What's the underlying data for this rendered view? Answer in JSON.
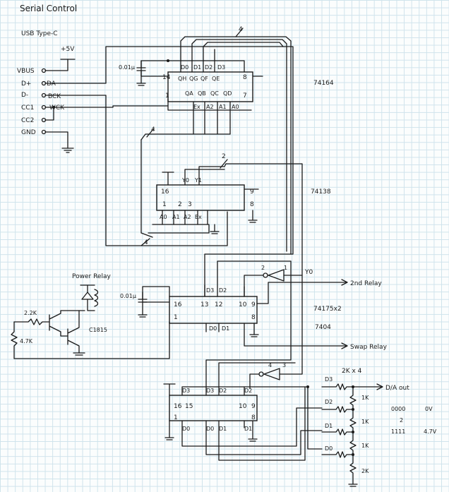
{
  "title": "Serial Control",
  "connector": {
    "name": "USB Type-C",
    "pins": [
      "VBUS",
      "D+",
      "D-",
      "CC1",
      "CC2",
      "GND"
    ],
    "net_labels": [
      "DA",
      "BCK",
      "WCK"
    ]
  },
  "power": {
    "label": "+5V"
  },
  "chips": {
    "u1": {
      "part": "74164",
      "top_pins": [
        "14",
        "QH",
        "QG",
        "QF",
        "QE",
        "8"
      ],
      "bottom_pins": [
        "1",
        "QA",
        "QB",
        "QC",
        "QD",
        "7"
      ],
      "outputs": [
        "D0",
        "D1",
        "D2",
        "D3"
      ],
      "nets": [
        "Ex",
        "A2",
        "A1",
        "A0"
      ]
    },
    "u2": {
      "part": "74138",
      "top_pins": [
        "Y0",
        "Y1",
        "16",
        "9"
      ],
      "bottom_pins": [
        "1",
        "2",
        "3",
        "8"
      ],
      "inputs": [
        "A0",
        "A1",
        "A2",
        "Ex"
      ]
    },
    "u3": {
      "part": "74175x2",
      "pins": [
        "16",
        "1",
        "13",
        "12",
        "10",
        "9",
        "8"
      ],
      "nets": [
        "D3",
        "D2",
        "D0",
        "D1"
      ]
    },
    "u4": {
      "pins": [
        "16",
        "15",
        "10",
        "9",
        "1",
        "8"
      ],
      "nets": [
        "D3",
        "D3",
        "D2",
        "D2",
        "D0",
        "D0",
        "D1",
        "D1"
      ]
    },
    "inv": {
      "part": "7404",
      "pins": [
        "2",
        "1",
        "4",
        "3"
      ]
    }
  },
  "bus_counts": [
    "4",
    "4",
    "2",
    "4"
  ],
  "caps": [
    "0.01μ",
    "0.01μ"
  ],
  "relay": {
    "title": "Power Relay",
    "resistors": [
      "2.2K",
      "4.7K"
    ],
    "transistor": "C1815"
  },
  "outputs": [
    "2nd Relay",
    "Swap Relay"
  ],
  "y0_label": "Y0",
  "dac": {
    "ladder": "2K x 4",
    "out_label": "D/A out",
    "taps": [
      "D3",
      "D2",
      "D1",
      "D0"
    ],
    "resistors": [
      "1K",
      "1K",
      "1K",
      "2K"
    ],
    "table": [
      {
        "code": "0000",
        "volt": "0V"
      },
      {
        "code": "2",
        "volt": ""
      },
      {
        "code": "1111",
        "volt": "4.7V"
      }
    ]
  }
}
